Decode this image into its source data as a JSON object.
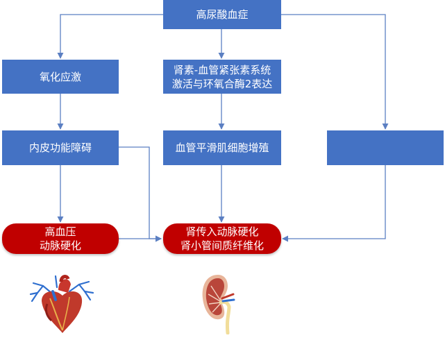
{
  "diagram": {
    "root": "高尿酸血症",
    "oxidative_stress": "氧化应激",
    "raas": [
      "肾素-血管紧张素系统",
      "激活与环氧合酶2表达"
    ],
    "endothelial": "内皮功能障碍",
    "smooth_muscle": "血管平滑肌细胞增殖",
    "blank_box": "",
    "outcome_left": [
      "高血压",
      "动脉硬化"
    ],
    "outcome_center": [
      "肾传入动脉硬化",
      "肾小管间质纤维化"
    ]
  },
  "colors": {
    "box_blue": "#4472c4",
    "outcome_red": "#c00000",
    "arrow": "#5b7fc2"
  },
  "icons": {
    "heart": "anatomical-heart-icon",
    "kidney": "anatomical-kidney-icon"
  }
}
